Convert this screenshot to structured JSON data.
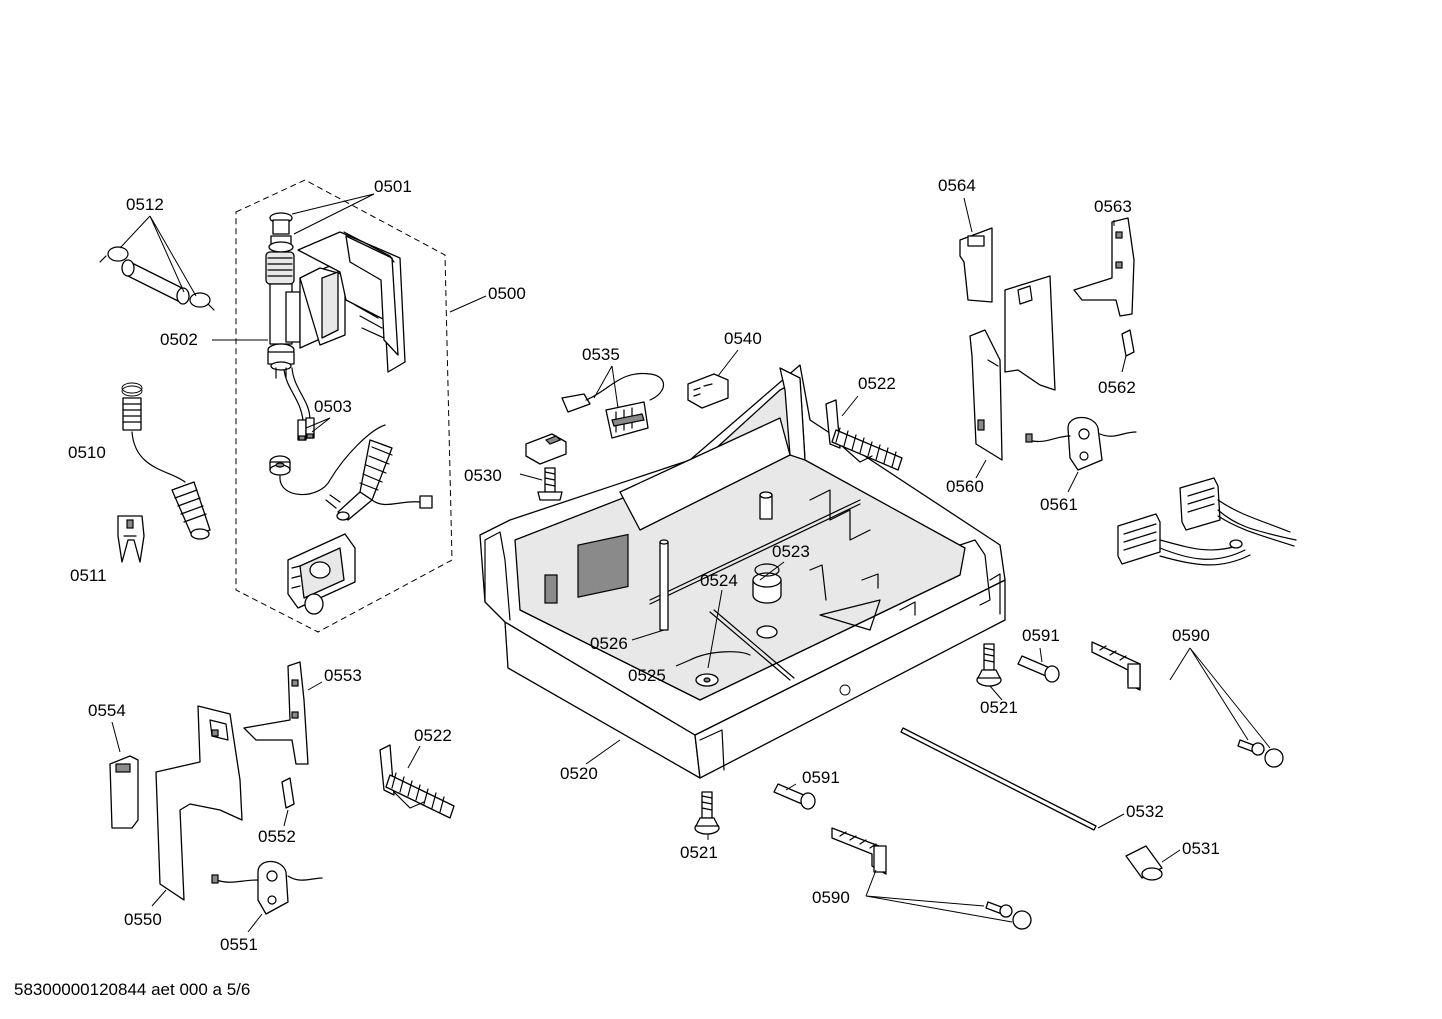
{
  "diagram": {
    "footer_text": "58300000120844 aet 000 a 5/6",
    "callouts": {
      "c0500": "0500",
      "c0501": "0501",
      "c0502": "0502",
      "c0503": "0503",
      "c0510": "0510",
      "c0511": "0511",
      "c0512": "0512",
      "c0520": "0520",
      "c0521a": "0521",
      "c0521b": "0521",
      "c0522a": "0522",
      "c0522b": "0522",
      "c0523": "0523",
      "c0524": "0524",
      "c0525": "0525",
      "c0526": "0526",
      "c0530": "0530",
      "c0531": "0531",
      "c0532": "0532",
      "c0535": "0535",
      "c0540": "0540",
      "c0550": "0550",
      "c0551": "0551",
      "c0552": "0552",
      "c0553": "0553",
      "c0554": "0554",
      "c0560": "0560",
      "c0561": "0561",
      "c0562": "0562",
      "c0563": "0563",
      "c0564": "0564",
      "c0590a": "0590",
      "c0590b": "0590",
      "c0591a": "0591",
      "c0591b": "0591"
    }
  }
}
